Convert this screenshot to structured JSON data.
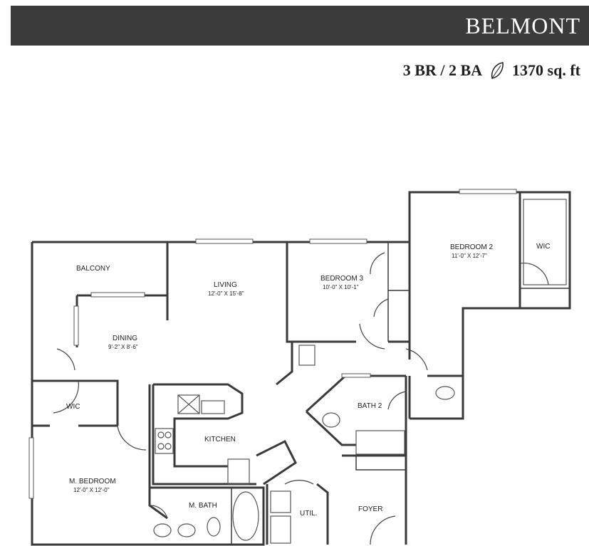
{
  "header": {
    "title": "BELMONT",
    "bedrooms_baths": "3 BR / 2 BA",
    "area": "1370 sq. ft",
    "leaf_icon": "leaf-icon"
  },
  "rooms": {
    "balcony": {
      "name": "BALCONY"
    },
    "living": {
      "name": "LIVING",
      "dims": "12'-0\" X 15'-8\""
    },
    "dining": {
      "name": "DINING",
      "dims": "9'-2\" X 8'-6\""
    },
    "bedroom3": {
      "name": "BEDROOM 3",
      "dims": "10'-0\" X 10'-1\""
    },
    "bedroom2": {
      "name": "BEDROOM 2",
      "dims": "11'-0\" X 12'-7\""
    },
    "wic2": {
      "name": "WIC"
    },
    "wic_master": {
      "name": "WIC"
    },
    "kitchen": {
      "name": "KITCHEN"
    },
    "bath2": {
      "name": "BATH 2"
    },
    "master_bedroom": {
      "name": "M. BEDROOM",
      "dims": "12'-0\" X 12'-0\""
    },
    "master_bath": {
      "name": "M. BATH"
    },
    "utility": {
      "name": "UTIL."
    },
    "foyer": {
      "name": "FOYER"
    }
  }
}
